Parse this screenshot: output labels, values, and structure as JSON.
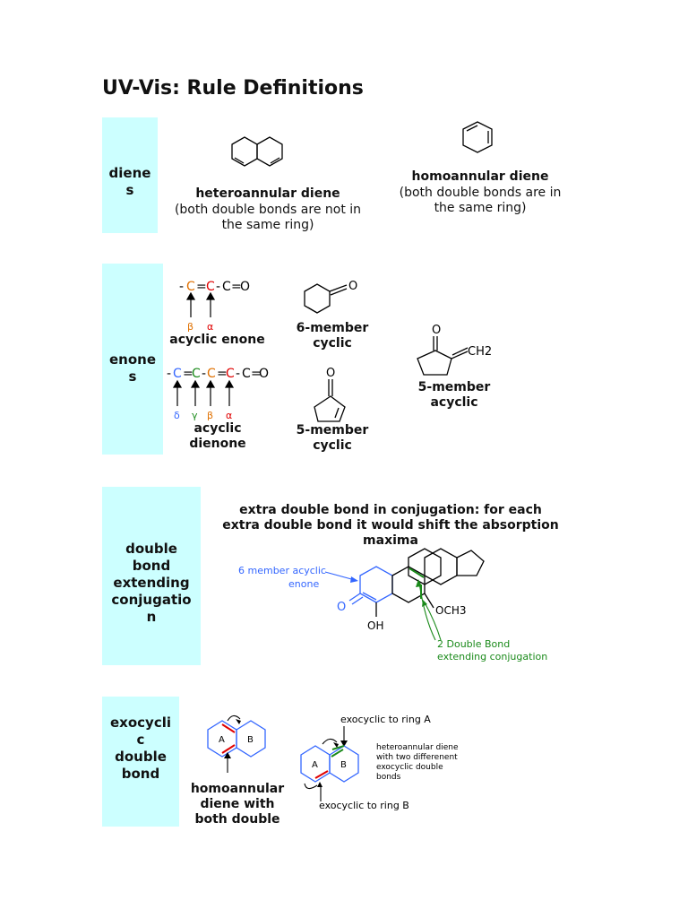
{
  "title": "UV-Vis: Rule Definitions",
  "colors": {
    "cell_bg": "#ccffff",
    "blue": "#3366ff",
    "green": "#1a8a1a",
    "red": "#e00000",
    "orange": "#e07000"
  },
  "sections": {
    "dienes": {
      "label_lines": [
        "diene",
        "s"
      ],
      "hetero": {
        "title": "heteroannular diene",
        "desc_lines": [
          "(both double bonds are not in",
          "the same ring)"
        ]
      },
      "homo": {
        "title": "homoannular diene",
        "desc_lines": [
          "(both double bonds are in",
          "the same ring)"
        ]
      }
    },
    "enones": {
      "label_lines": [
        "enone",
        "s"
      ],
      "acyclic_enone": {
        "formula": [
          "-",
          "C",
          "=",
          "C",
          "-",
          "C",
          "=",
          "O"
        ],
        "greek": [
          "β",
          "α"
        ],
        "label": "acyclic enone"
      },
      "acyclic_dienone": {
        "formula": [
          "-",
          "C",
          "=",
          "C",
          "-",
          "C",
          "=",
          "C",
          "-",
          "C",
          "=",
          "O"
        ],
        "greek": [
          "δ",
          "γ",
          "β",
          "α"
        ],
        "label_lines": [
          "acyclic",
          "dienone"
        ]
      },
      "six_member_cyclic": {
        "atom": "O",
        "label_lines": [
          "6-member",
          "cyclic"
        ]
      },
      "five_member_cyclic": {
        "atom": "O",
        "label_lines": [
          "5-member",
          "cyclic"
        ]
      },
      "five_member_acyclic": {
        "atom": "O",
        "substituent": "CH2",
        "label_lines": [
          "5-member",
          "acyclic"
        ]
      }
    },
    "double_bond": {
      "label_lines": [
        "double",
        "bond",
        "extending",
        "conjugatio",
        "n"
      ],
      "heading_lines": [
        "extra double bond in conjugation: for each",
        "extra double bond it would shift the absorption",
        "maxima"
      ],
      "enone_note_lines": [
        "6 member acyclic",
        "enone"
      ],
      "conj_note_lines": [
        "2 Double Bond",
        "extending conjugation"
      ],
      "atoms": {
        "carbonyl": "O",
        "hydroxyl": "OH",
        "methoxy": "OCH3"
      }
    },
    "exocyclic": {
      "label_lines": [
        "exocycli",
        "c",
        "double",
        "bond"
      ],
      "ring_labels": [
        "A",
        "B"
      ],
      "homo_label_lines": [
        "homoannular",
        "diene with",
        "both double"
      ],
      "note_ring_a": "exocyclic to ring A",
      "note_ring_b": "exocyclic to ring B",
      "hetero_note_lines": [
        "heteroannular diene",
        "with two differenent",
        "exocyclic double",
        "bonds"
      ]
    }
  }
}
